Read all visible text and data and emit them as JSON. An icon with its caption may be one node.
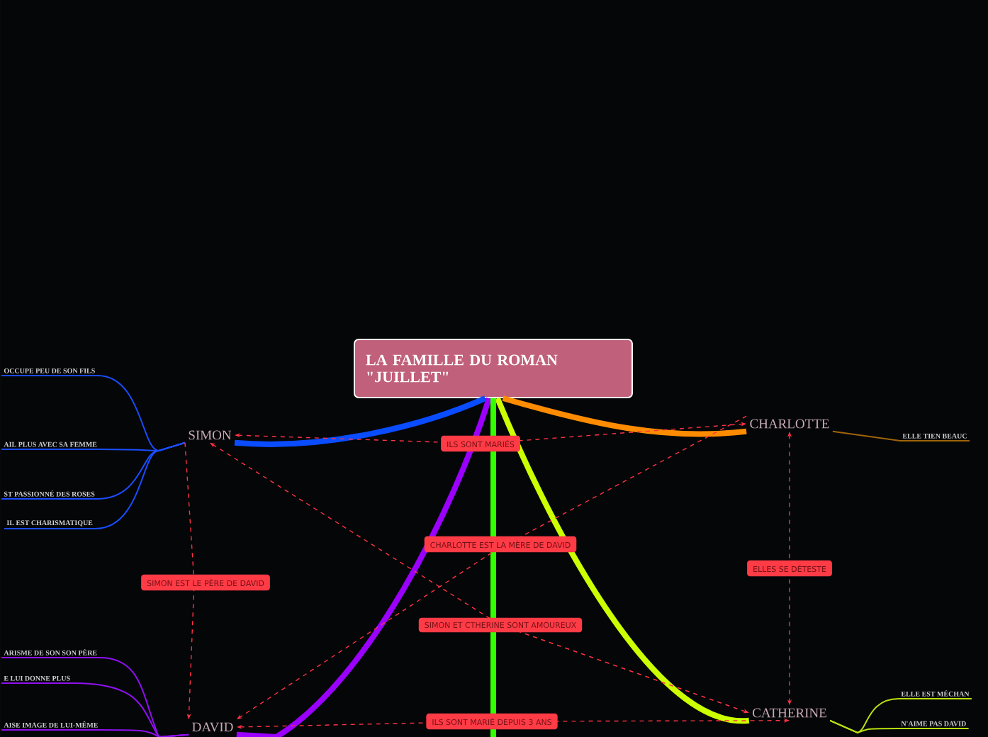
{
  "diagram": {
    "nodes": [
      {
        "text": [
          "LA FAMILLE DU ROMAN \"JUILLET\""
        ]
      },
      {
        "text": [
          "SIMON"
        ]
      },
      {
        "text": [
          "CHARLOTTE"
        ]
      },
      {
        "text": [
          "DAVID"
        ]
      },
      {
        "text": [
          "CATHERINE"
        ]
      },
      {
        "text": [
          "OCCUPE PEU DE SON FILS"
        ]
      },
      {
        "text": [
          "AIL PLUS AVEC SA FEMME"
        ]
      },
      {
        "text": [
          "ST PASSIONNÉ DES ROSES"
        ]
      },
      {
        "text": [
          "IL EST CHARISMATIQUE"
        ]
      },
      {
        "text": [
          "ARISME DE SON SON PÈRE"
        ]
      },
      {
        "text": [
          "E LUI DONNE PLUS"
        ]
      },
      {
        "text": [
          "AISE IMAGE DE LUI-MÊME"
        ]
      },
      {
        "text": [
          "ELLE TIEN BEAUC"
        ]
      },
      {
        "text": [
          "ELLE EST MÉCHAN"
        ]
      },
      {
        "text": [
          "N'AIME PAS DAVID"
        ]
      }
    ],
    "edges": [
      {
        "from": 0,
        "to": 1,
        "arrow": "none",
        "style": "thick",
        "color": "#0a4cff"
      },
      {
        "from": 0,
        "to": 2,
        "arrow": "none",
        "style": "thick",
        "color": "#ff8c00"
      },
      {
        "from": 0,
        "to": 3,
        "arrow": "none",
        "style": "thick",
        "color": "#9b00ff"
      },
      {
        "from": 0,
        "to": 4,
        "arrow": "none",
        "style": "thick",
        "color": "#ccff00"
      },
      {
        "from": 0,
        "to": null,
        "arrow": "none",
        "style": "thick",
        "color": "#33ff00"
      },
      {
        "from": 1,
        "to": 5,
        "arrow": "none",
        "color": "#1a4dff"
      },
      {
        "from": 1,
        "to": 6,
        "arrow": "none",
        "color": "#1a4dff"
      },
      {
        "from": 1,
        "to": 7,
        "arrow": "none",
        "color": "#1a4dff"
      },
      {
        "from": 1,
        "to": 8,
        "arrow": "none",
        "color": "#1a4dff"
      },
      {
        "from": 3,
        "to": 9,
        "arrow": "none",
        "color": "#9010f0"
      },
      {
        "from": 3,
        "to": 10,
        "arrow": "none",
        "color": "#9010f0"
      },
      {
        "from": 3,
        "to": 11,
        "arrow": "none",
        "color": "#9010f0"
      },
      {
        "from": 2,
        "to": 12,
        "arrow": "none",
        "color": "#a0640a"
      },
      {
        "from": 4,
        "to": 13,
        "arrow": "none",
        "color": "#b8e010"
      },
      {
        "from": 4,
        "to": 14,
        "arrow": "none",
        "color": "#b8e010"
      },
      {
        "from": 1,
        "to": 2,
        "arrow": "both",
        "label": "ILS SONT MARIÉS",
        "style": "dashed",
        "color": "#ff3344"
      },
      {
        "from": 2,
        "to": 3,
        "arrow": "to",
        "label": "CHARLOTTE EST LA MÈRE DE DAVID",
        "style": "dashed",
        "color": "#ff3344"
      },
      {
        "from": 1,
        "to": 3,
        "arrow": "to",
        "label": "SIMON EST LE PÈRE DE DAVID",
        "style": "dashed",
        "color": "#ff3344"
      },
      {
        "from": 1,
        "to": 4,
        "arrow": "both",
        "label": "SIMON ET CTHERINE SONT AMOUREUX",
        "style": "dashed",
        "color": "#ff3344"
      },
      {
        "from": 3,
        "to": 4,
        "arrow": "both",
        "label": "ILS SONT MARIÉ DEPUIS 3 ANS",
        "style": "dashed",
        "color": "#ff3344"
      },
      {
        "from": 2,
        "to": 4,
        "arrow": "both",
        "label": "ELLES SE DÉTESTE",
        "style": "dashed",
        "color": "#ff3344"
      }
    ]
  }
}
